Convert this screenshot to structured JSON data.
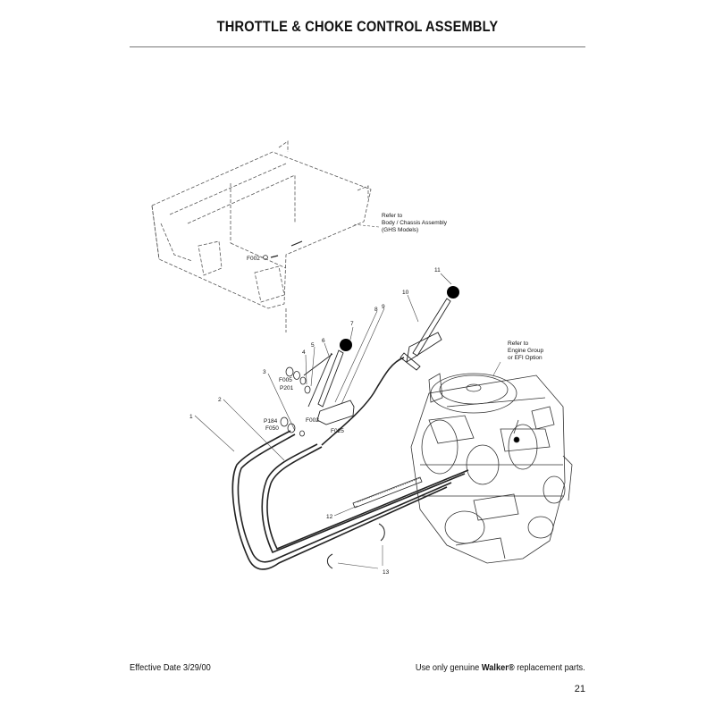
{
  "header": {
    "title": "THROTTLE & CHOKE CONTROL ASSEMBLY"
  },
  "callouts": {
    "c1": "1",
    "c2": "2",
    "c3": "3",
    "c4": "4",
    "c5": "5",
    "c6": "6",
    "c7": "7",
    "c8": "8",
    "c9": "9",
    "c10": "10",
    "c11": "11",
    "c12": "12",
    "c13": "13",
    "f002a": "F002",
    "f002b": "F002",
    "f005": "F005",
    "p201": "P201",
    "f025": "F025",
    "p184": "P184",
    "f050": "F050"
  },
  "notes": {
    "body_line1": "Refer to",
    "body_line2": "Body / Chassis Assembly",
    "body_line3": "(GHS Models)",
    "engine_line1": "Refer to",
    "engine_line2": "Engine Group",
    "engine_line3": "or EFI Option"
  },
  "footer": {
    "effective_date": "Effective Date 3/29/00",
    "notice_prefix": "Use only genuine ",
    "brand": "Walker",
    "reg_mark": "®",
    "notice_suffix": " replacement parts.",
    "page_number": "21"
  },
  "colors": {
    "line": "#222222",
    "phantom": "#555555",
    "knob": "#000000"
  }
}
